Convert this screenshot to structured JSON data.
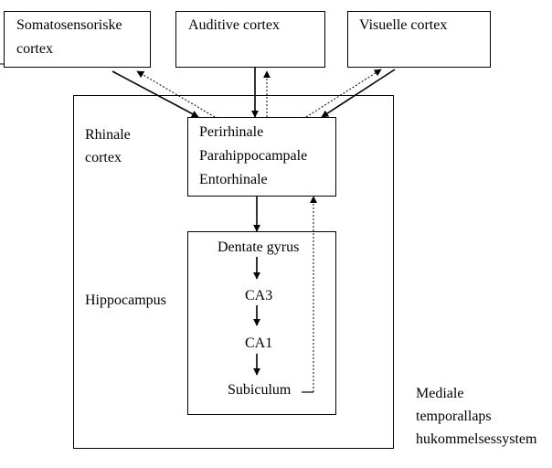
{
  "boxes": {
    "somatosensory": {
      "line1": "Somatosensoriske",
      "line2": "cortex"
    },
    "auditory": {
      "label": "Auditive cortex"
    },
    "visual": {
      "label": "Visuelle cortex"
    },
    "parahippocampal": {
      "line1": "Perirhinale",
      "line2": "Parahippocampale",
      "line3": "Entorhinale"
    },
    "hippocampus": {
      "dentate": "Dentate gyrus",
      "ca3": "CA3",
      "ca1": "CA1",
      "subiculum": "Subiculum"
    }
  },
  "labels": {
    "rhinal_line1": "Rhinale",
    "rhinal_line2": "cortex",
    "hippocampus": "Hippocampus",
    "mtl_line1": "Mediale",
    "mtl_line2": "temporallaps",
    "mtl_line3": "hukommelsessystem"
  }
}
